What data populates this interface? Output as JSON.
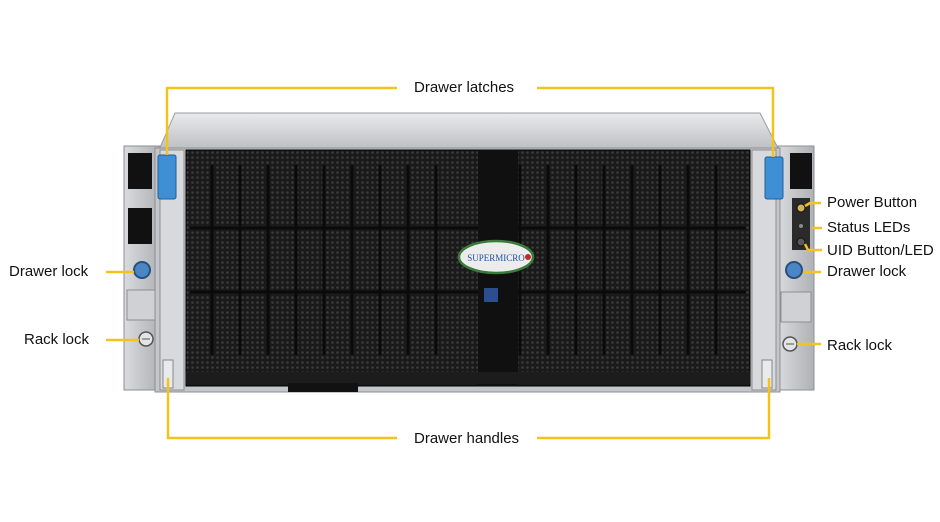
{
  "labels": {
    "drawer_latches": "Drawer latches",
    "power_button": "Power Button",
    "status_leds": "Status LEDs",
    "uid_button_led": "UID Button/LED",
    "drawer_lock_left": "Drawer lock",
    "drawer_lock_right": "Drawer lock",
    "rack_lock_left": "Rack lock",
    "rack_lock_right": "Rack lock",
    "drawer_handles": "Drawer handles"
  },
  "logo_text": "SUPERMICRO",
  "colors": {
    "leader_line": "#f3c31c",
    "latch_blue": "#3f8fd4",
    "chassis_silver": "#c9ccd0",
    "mesh_black": "#151515"
  }
}
